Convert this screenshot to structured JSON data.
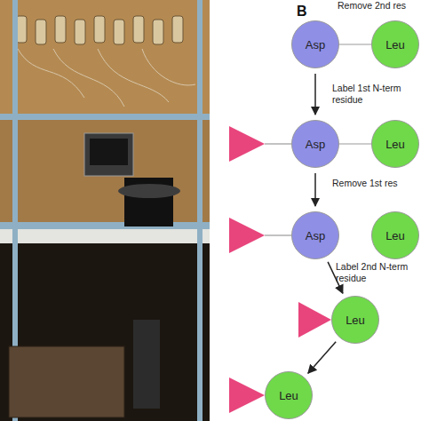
{
  "diagram": {
    "nodes": [
      {
        "text": [
          "Asp"
        ]
      },
      {
        "text": [
          "Leu"
        ]
      },
      {
        "text": [
          "Asp"
        ]
      },
      {
        "text": [
          "Leu"
        ]
      },
      {
        "text": [
          "Asp"
        ]
      },
      {
        "text": [
          "Leu"
        ]
      },
      {
        "text": [
          "Leu"
        ]
      },
      {
        "text": [
          "Leu"
        ]
      }
    ],
    "edges": [
      {
        "from": 0,
        "to": 1,
        "arrow": "none"
      },
      {
        "from": 0,
        "to": 2,
        "arrow": "to",
        "label": "Label 1st N-term residue"
      },
      {
        "from": 2,
        "to": 3,
        "arrow": "none"
      },
      {
        "from": 2,
        "to": 4,
        "arrow": "to",
        "label": "Remove 1st res"
      },
      {
        "from": 4,
        "to": 6,
        "arrow": "to",
        "label": "Label 2nd N-term residue"
      },
      {
        "from": 6,
        "to": 7,
        "arrow": "to",
        "label": "Remove 2nd res"
      }
    ],
    "labels": [
      "B"
    ]
  }
}
